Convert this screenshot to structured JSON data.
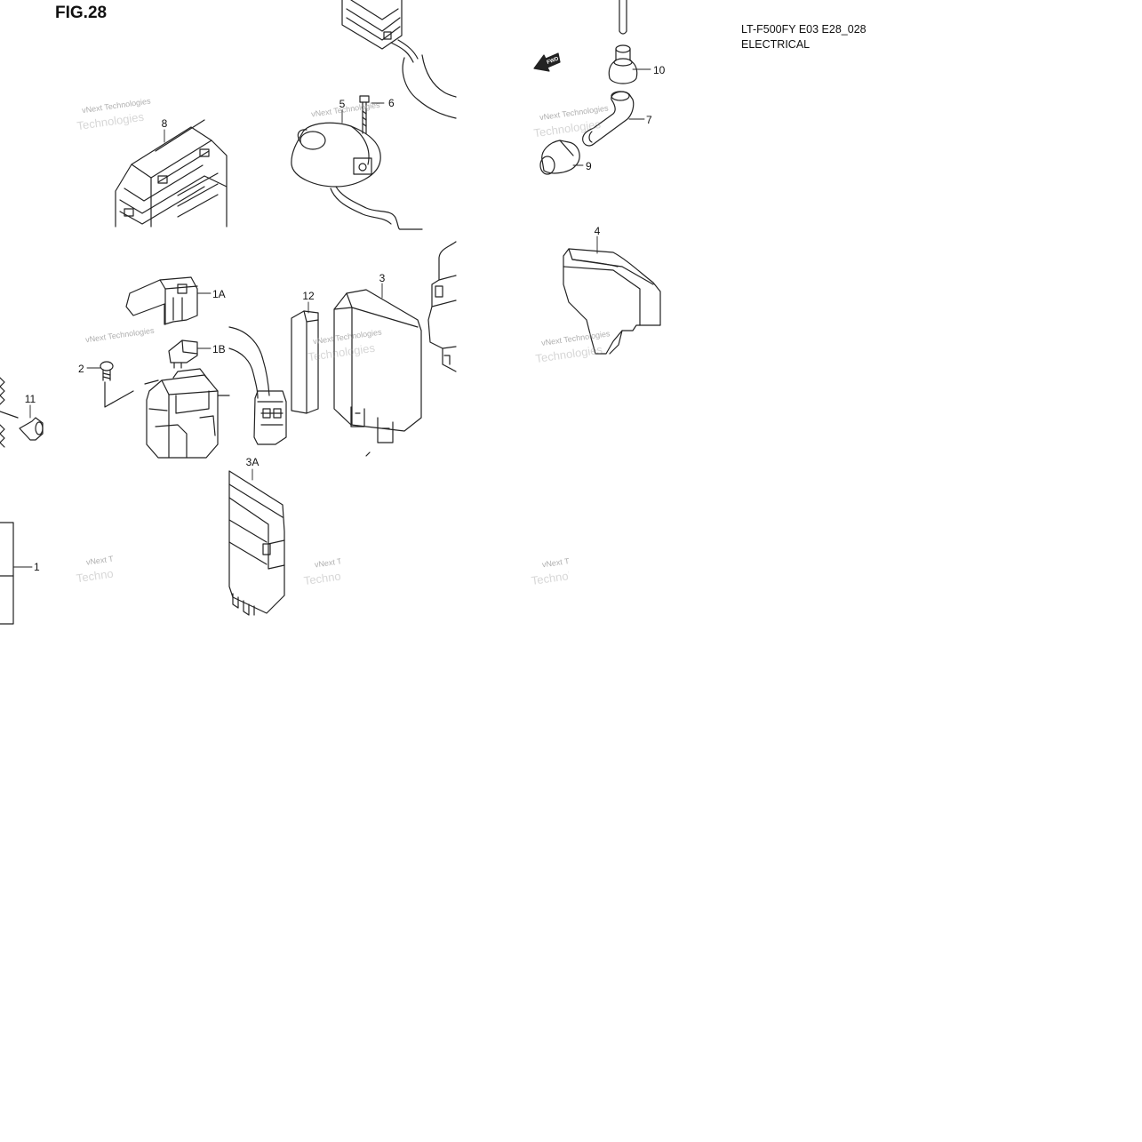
{
  "figure": {
    "title": "FIG.28"
  },
  "header": {
    "model": "LT-F500FY E03 E28_028",
    "section": "ELECTRICAL"
  },
  "watermark": {
    "line1": "vNext Technologies",
    "line2": "Technologies"
  },
  "callouts": [
    "1",
    "1A",
    "1B",
    "2",
    "3",
    "3A",
    "4",
    "5",
    "6",
    "7",
    "8",
    "9",
    "10",
    "11",
    "12"
  ],
  "fwd_label": "FWD",
  "colors": {
    "line": "#222222",
    "watermark": "#9a9a9a",
    "background": "#ffffff"
  }
}
